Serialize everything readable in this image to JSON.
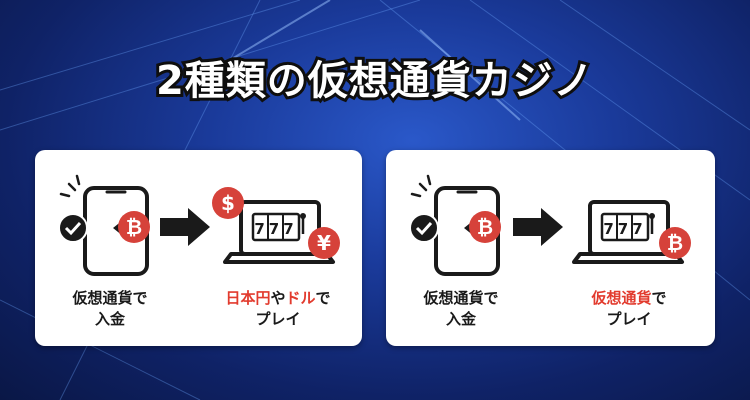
{
  "title": "2種類の仮想通貨カジノ",
  "colors": {
    "accent_red": "#e23b2e",
    "dark": "#1a1a1a",
    "badge_red": "#d6423a"
  },
  "icons": {
    "phone": "smartphone-icon",
    "check": "check-icon",
    "bitcoin": "bitcoin-icon",
    "dollar": "dollar-icon",
    "yen": "yen-icon",
    "laptop": "laptop-slot-icon",
    "arrow": "right-arrow-icon"
  },
  "cards": [
    {
      "deposit_caption": {
        "line1": "仮想通貨で",
        "line2": "入金"
      },
      "play_caption": {
        "part1": "日本円",
        "part2": "や",
        "part3": "ドル",
        "part4": "で",
        "line2": "プレイ"
      },
      "slot_text": "777",
      "bitcoin_symbol": "₿",
      "dollar_symbol": "$",
      "yen_symbol": "¥"
    },
    {
      "deposit_caption": {
        "line1": "仮想通貨で",
        "line2": "入金"
      },
      "play_caption": {
        "part1": "仮想通貨",
        "part2": "で",
        "line2": "プレイ"
      },
      "slot_text": "777",
      "bitcoin_symbol": "₿"
    }
  ]
}
